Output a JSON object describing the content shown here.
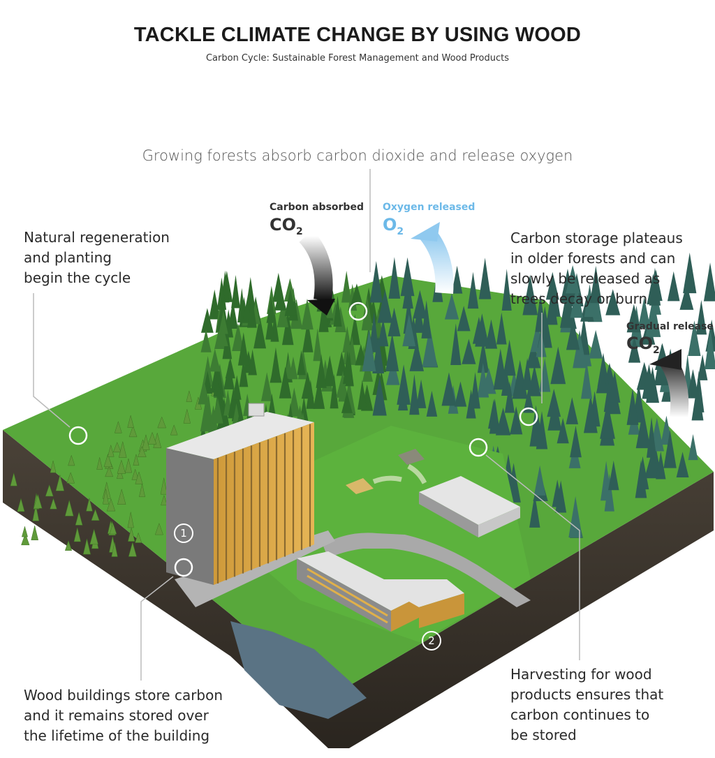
{
  "header": {
    "title": "TACKLE CLIMATE CHANGE BY USING WOOD",
    "subtitle": "Carbon Cycle: Sustainable Forest Management and Wood Products"
  },
  "lead_text": "Growing forests absorb carbon dioxide and release oxygen",
  "flows": {
    "absorbed": {
      "label": "Carbon absorbed",
      "chem": "CO",
      "sub": "2"
    },
    "released": {
      "label": "Oxygen released",
      "chem": "O",
      "sub": "2"
    },
    "gradual": {
      "label": "Gradual release",
      "chem": "CO",
      "sub": "2"
    }
  },
  "callouts": {
    "regeneration": "Natural regeneration\nand planting\nbegin the cycle",
    "plateau": "Carbon storage plateaus\nin older forests and can\nslowly be released as\ntrees decay or burn",
    "buildings": "Wood buildings store carbon\nand it remains stored over\nthe lifetime of the building",
    "harvesting": "Harvesting for wood\nproducts ensures that\ncarbon continues to\nbe stored"
  },
  "markers": {
    "one": "1",
    "two": "2"
  },
  "colors": {
    "young_forest": "#5f9a3a",
    "old_forest": "#2f5e57",
    "grass": "#57ad3a",
    "soil": "#3a342c",
    "oxygen_arrow": "#a8d4f0",
    "carbon_arrow": "#222222",
    "timber_facade": "#d9a646"
  }
}
